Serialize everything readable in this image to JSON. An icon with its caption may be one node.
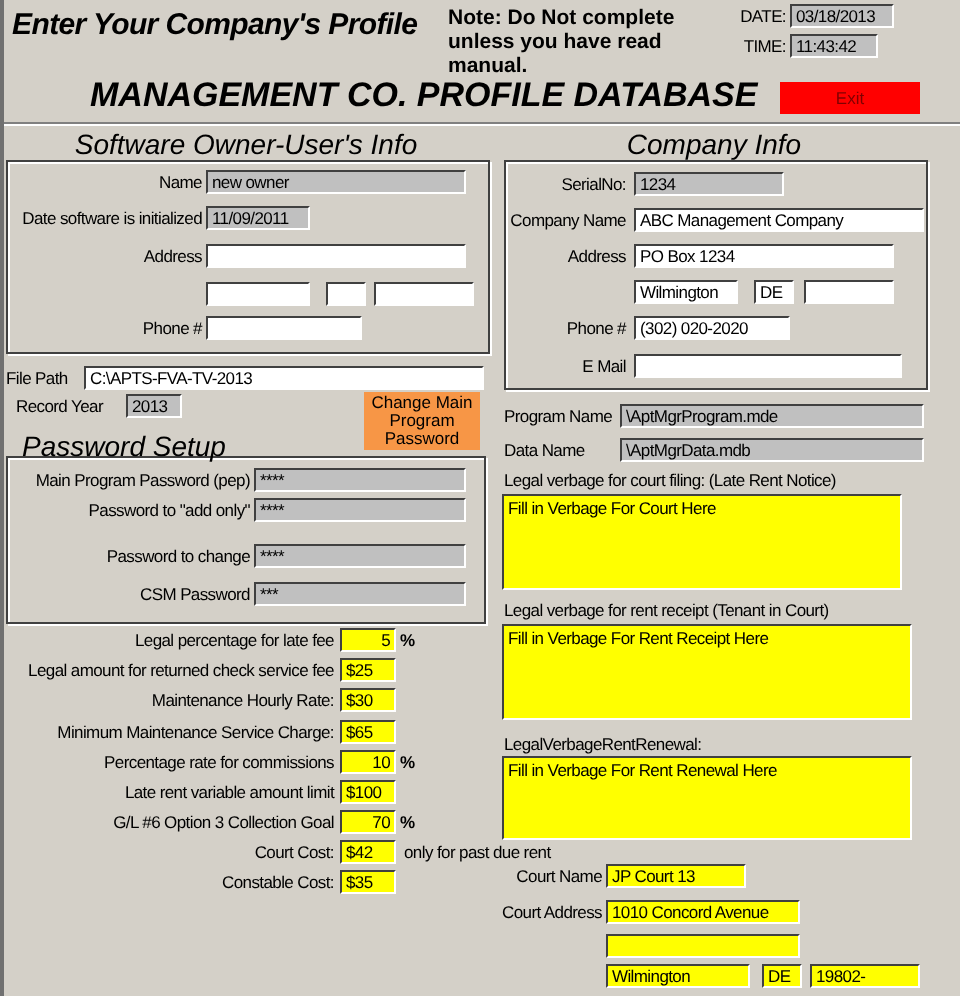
{
  "diagram": {
    "title": "Enter Your Company's Profile",
    "nodes": [
      {
        "text": [
          "Exit"
        ]
      },
      {
        "text": [
          "Software Owner-User's Info"
        ]
      },
      {
        "text": [
          "Company Info"
        ]
      },
      {
        "text": [
          "Change Main Program Password"
        ]
      },
      {
        "text": [
          "Password Setup"
        ]
      }
    ],
    "labels": [
      "Note: Do Not complete unless you have read manual.",
      "DATE:",
      "03/18/2013",
      "TIME:",
      "11:43:42",
      "MANAGEMENT CO. PROFILE DATABASE",
      "Name",
      "new owner",
      "Date software is initialized",
      "11/09/2011",
      "Address",
      "Phone #",
      "File Path",
      "C:\\APTS-FVA-TV-2013",
      "Record Year",
      "2013",
      "Main Program Password (pep)",
      "****",
      "Password to \"add only\"",
      "****",
      "Password to change",
      "****",
      "CSM Password",
      "***",
      "Legal percentage for late fee",
      "5",
      "%",
      "Legal amount for returned check service fee",
      "$25",
      "Maintenance Hourly Rate:",
      "$30",
      "Minimum Maintenance Service Charge:",
      "$65",
      "Percentage rate for commissions",
      "10",
      "%",
      "Late rent variable amount limit",
      "$100",
      "G/L #6 Option 3 Collection Goal",
      "70",
      "%",
      "Court Cost:",
      "$42",
      "only for past due rent",
      "Constable Cost:",
      "$35",
      "SerialNo:",
      "1234",
      "Company Name",
      "ABC Management Company",
      "Address",
      "PO Box 1234",
      "Wilmington",
      "DE",
      "Phone #",
      "(302) 020-2020",
      "E Mail",
      "Program Name",
      "\\AptMgrProgram.mde",
      "Data Name",
      "\\AptMgrData.mdb",
      "Legal verbage for court filing: (Late Rent Notice)",
      "Fill in Verbage For Court Here",
      "Legal verbage for rent receipt (Tenant in Court)",
      "Fill in Verbage For Rent Receipt Here",
      "LegalVerbageRentRenewal:",
      "Fill in Verbage For Rent Renewal Here",
      "Court Name",
      "JP Court 13",
      "Court Address",
      "1010 Concord Avenue",
      "Wilmington",
      "DE",
      "19802-"
    ]
  }
}
